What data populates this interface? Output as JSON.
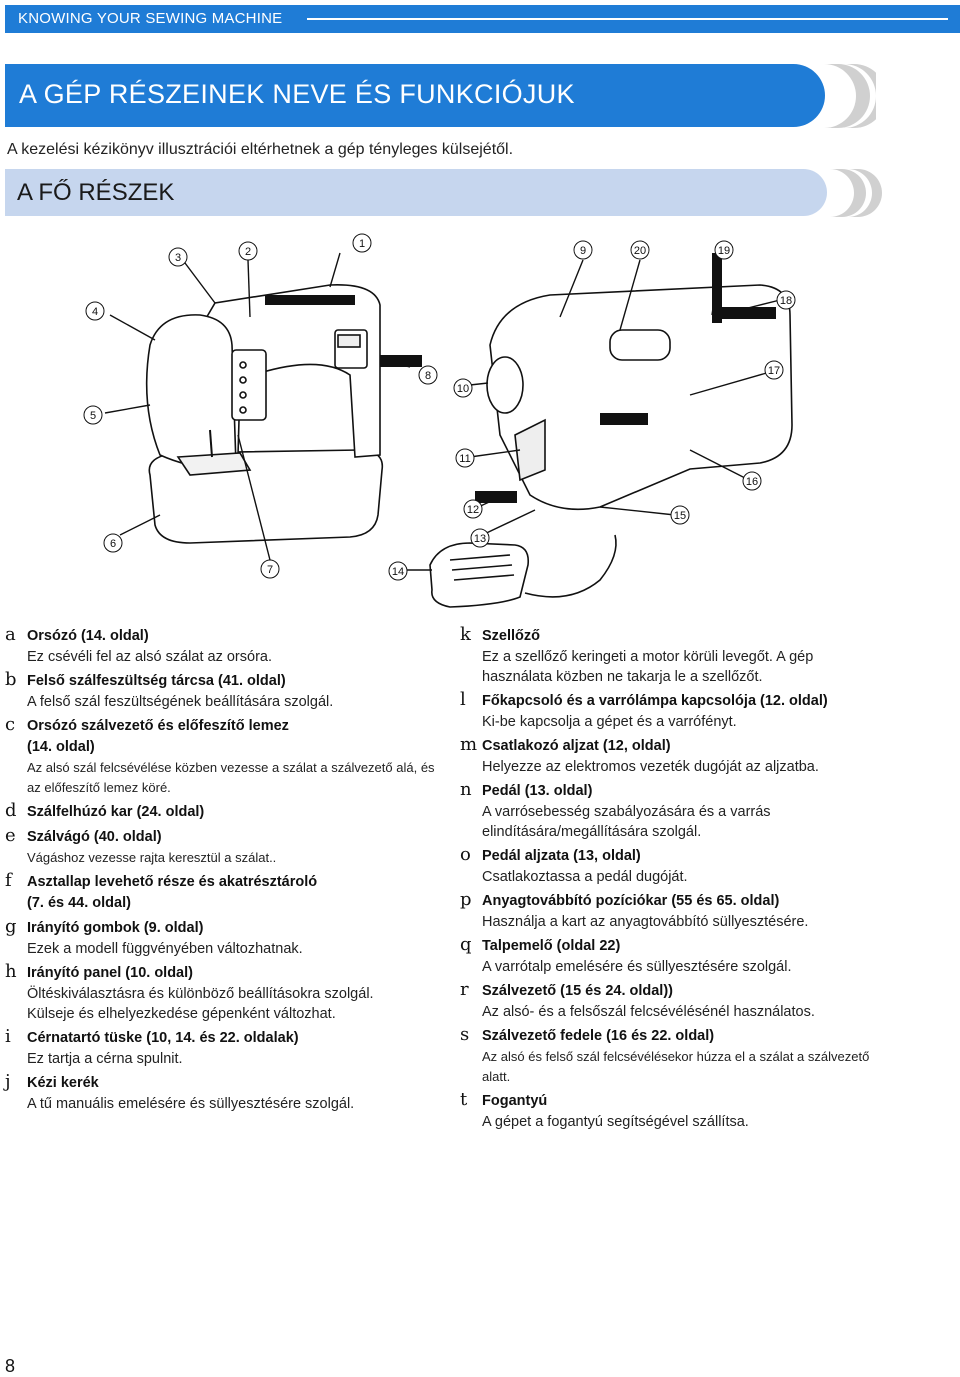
{
  "header": {
    "running_title": "KNOWING YOUR SEWING MACHINE"
  },
  "page_title": "A GÉP RÉSZEINEK NEVE ÉS FUNKCIÓJUK",
  "intro": "A  kezelési kézikönyv illusztrációi eltérhetnek a gép tényleges külsejétől.",
  "section_title": "A FŐ RÉSZEK",
  "callouts": {
    "n1": "1",
    "n2": "2",
    "n3": "3",
    "n4": "4",
    "n5": "5",
    "n6": "6",
    "n7": "7",
    "n8": "8",
    "n9": "9",
    "n10": "10",
    "n11": "11",
    "n12": "12",
    "n13": "13",
    "n14": "14",
    "n15": "15",
    "n16": "16",
    "n17": "17",
    "n18": "18",
    "n19": "19",
    "n20": "20"
  },
  "parts_left": [
    {
      "letter": "a",
      "title": "Orsózó (14. oldal)",
      "desc": "Ez csévéli fel az alsó szálat az orsóra."
    },
    {
      "letter": "b",
      "title": "Felső szálfeszültség tárcsa (41. oldal)",
      "desc": "A felső szál feszültségének beállítására szolgál."
    },
    {
      "letter": "c",
      "title": "Orsózó szálvezető és előfeszítő lemez (14. oldal)",
      "desc": "Az alsó szál felcsévélése közben vezesse a szálat a szálvezető alá, és az előfeszítő lemez köré."
    },
    {
      "letter": "d",
      "title": "Szálfelhúzó kar (24. oldal)",
      "desc": ""
    },
    {
      "letter": "e",
      "title": "Szálvágó (40. oldal)",
      "desc": "Vágáshoz vezesse rajta keresztül a szálat.."
    },
    {
      "letter": "f",
      "title": "Asztallap levehető része és akatrésztároló (7. és 44. oldal)",
      "desc": ""
    },
    {
      "letter": "g",
      "title": "Irányító gombok (9. oldal)",
      "desc": "Ezek a modell függvényében változhatnak."
    },
    {
      "letter": "h",
      "title": "Irányító panel (10. oldal)",
      "desc": "Öltéskiválasztásra és különböző beállításokra szolgál. Külseje és elhelyezkedése gépenként változhat."
    },
    {
      "letter": "i",
      "title": "Cérnatartó tüske (10, 14. és 22. oldalak)",
      "desc": "Ez tartja a cérna spulnit."
    },
    {
      "letter": "j",
      "title": "Kézi kerék",
      "desc": "A tű manuális emelésére és süllyesztésére szolgál."
    }
  ],
  "parts_right": [
    {
      "letter": "k",
      "title": "Szellőző",
      "desc": "Ez a szellőző keringeti a motor körüli levegőt. A gép használata közben ne takarja le a szellőzőt."
    },
    {
      "letter": "l",
      "title": "Főkapcsoló és a varrólámpa kapcsolója (12. oldal)",
      "desc": "Ki-be kapcsolja a gépet és a varrófényt."
    },
    {
      "letter": "m",
      "title": "Csatlakozó aljzat  (12, oldal)",
      "desc": "Helyezze az elektromos vezeték dugóját az aljzatba."
    },
    {
      "letter": "n",
      "title": "Pedál (13. oldal)",
      "desc": "A varrósebesség szabályozására és a varrás elindítására/megállítására szolgál."
    },
    {
      "letter": "o",
      "title": "Pedál aljzata (13, oldal)",
      "desc": "Csatlakoztassa a pedál dugóját."
    },
    {
      "letter": "p",
      "title": "Anyagtovábbító pozíciókar (55 és 65. oldal)",
      "desc": "Használja a kart az anyagtovábbító süllyesztésére."
    },
    {
      "letter": "q",
      "title": "Talpemelő (oldal 22)",
      "desc": "A varrótalp emelésére és süllyesztésére szolgál."
    },
    {
      "letter": "r",
      "title": "Szálvezető (15 és 24. oldal))",
      "desc": "Az alsó- és a felsőszál felcsévélésénél használatos."
    },
    {
      "letter": "s",
      "title": "Szálvezető fedele (16 és 22. oldal)",
      "desc": "Az alsó és felső szál felcsévélésekor húzza el a szálat a szálvezető alatt."
    },
    {
      "letter": "t",
      "title": "Fogantyú",
      "desc": "A gépet a fogantyú segítségével szállítsa."
    }
  ],
  "page_number": "8",
  "colors": {
    "accent": "#1f7cd6",
    "section_bg": "#c6d6ee"
  }
}
